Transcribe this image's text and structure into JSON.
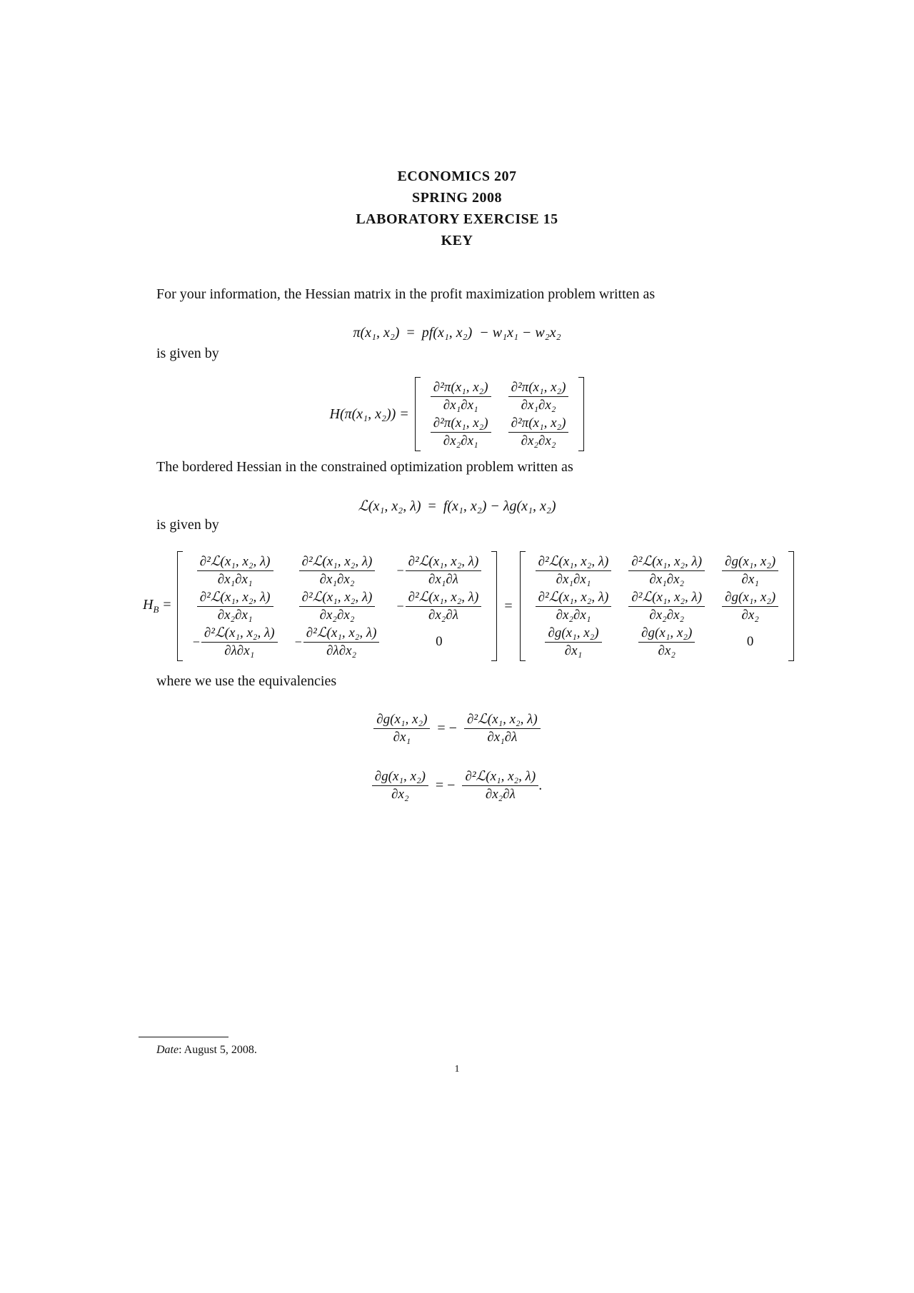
{
  "header": {
    "lines": [
      "ECONOMICS 207",
      "SPRING 2008",
      "LABORATORY EXERCISE 15",
      "KEY"
    ]
  },
  "intro_text": "For your information, the Hessian matrix in the profit maximization problem written as",
  "profit_eq": {
    "lhs": "π(x₁, x₂)",
    "eq": "=",
    "rhs": "pf(x₁, x₂)  − w₁x₁ − w₂x₂"
  },
  "given_by_1": "is given by",
  "hessian": {
    "label": "H(π(x₁, x₂)) =",
    "cells": [
      [
        {
          "num": "∂²π(x₁, x₂)",
          "den": "∂x₁∂x₁"
        },
        {
          "num": "∂²π(x₁, x₂)",
          "den": "∂x₁∂x₂"
        }
      ],
      [
        {
          "num": "∂²π(x₁, x₂)",
          "den": "∂x₂∂x₁"
        },
        {
          "num": "∂²π(x₁, x₂)",
          "den": "∂x₂∂x₂"
        }
      ]
    ]
  },
  "bordered_text": "The bordered Hessian in the constrained optimization problem written as",
  "lagrangian_eq": {
    "lhs": "ℒ(x₁, x₂, λ)",
    "eq": "=",
    "rhs": "f(x₁, x₂) − λg(x₁, x₂)"
  },
  "given_by_2": "is given by",
  "bordered": {
    "label": "H",
    "label_sub": "B",
    "label_eq": "=",
    "middle_eq": "=",
    "left_cells": [
      [
        {
          "num": "∂²ℒ(x₁, x₂, λ)",
          "den": "∂x₁∂x₁"
        },
        {
          "num": "∂²ℒ(x₁, x₂, λ)",
          "den": "∂x₁∂x₂"
        },
        {
          "sign": "−",
          "num": "∂²ℒ(x₁, x₂, λ)",
          "den": "∂x₁∂λ"
        }
      ],
      [
        {
          "num": "∂²ℒ(x₁, x₂, λ)",
          "den": "∂x₂∂x₁"
        },
        {
          "num": "∂²ℒ(x₁, x₂, λ)",
          "den": "∂x₂∂x₂"
        },
        {
          "sign": "−",
          "num": "∂²ℒ(x₁, x₂, λ)",
          "den": "∂x₂∂λ"
        }
      ],
      [
        {
          "sign": "−",
          "num": "∂²ℒ(x₁, x₂, λ)",
          "den": "∂λ∂x₁"
        },
        {
          "sign": "−",
          "num": "∂²ℒ(x₁, x₂, λ)",
          "den": "∂λ∂x₂"
        },
        {
          "value": "0"
        }
      ]
    ],
    "right_cells": [
      [
        {
          "num": "∂²ℒ(x₁, x₂, λ)",
          "den": "∂x₁∂x₁"
        },
        {
          "num": "∂²ℒ(x₁, x₂, λ)",
          "den": "∂x₁∂x₂"
        },
        {
          "num": "∂g(x₁, x₂)",
          "den": "∂x₁"
        }
      ],
      [
        {
          "num": "∂²ℒ(x₁, x₂, λ)",
          "den": "∂x₂∂x₁"
        },
        {
          "num": "∂²ℒ(x₁, x₂, λ)",
          "den": "∂x₂∂x₂"
        },
        {
          "num": "∂g(x₁, x₂)",
          "den": "∂x₂"
        }
      ],
      [
        {
          "num": "∂g(x₁, x₂)",
          "den": "∂x₁"
        },
        {
          "num": "∂g(x₁, x₂)",
          "den": "∂x₂"
        },
        {
          "value": "0"
        }
      ]
    ]
  },
  "where_text": "where we use the equivalencies",
  "equivalencies": [
    {
      "lhs_num": "∂g(x₁, x₂)",
      "lhs_den": "∂x₁",
      "eq": "= −",
      "rhs_num": "∂²ℒ(x₁, x₂, λ)",
      "rhs_den": "∂x₁∂λ",
      "trail": ""
    },
    {
      "lhs_num": "∂g(x₁, x₂)",
      "lhs_den": "∂x₂",
      "eq": "= −",
      "rhs_num": "∂²ℒ(x₁, x₂, λ)",
      "rhs_den": "∂x₂∂λ",
      "trail": "."
    }
  ],
  "footnote": {
    "label": "Date",
    "text": ": August 5, 2008."
  },
  "page_number": "1"
}
